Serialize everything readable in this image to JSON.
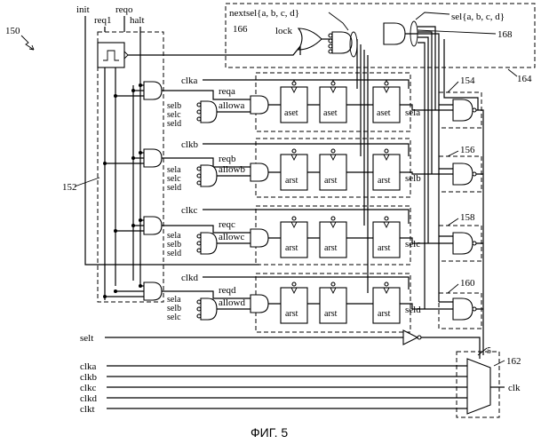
{
  "figure": {
    "caption": "ФИГ. 5",
    "refs": {
      "r150": "150",
      "r152": "152",
      "r154": "154",
      "r156": "156",
      "r158": "158",
      "r160": "160",
      "r162": "162",
      "r164": "164",
      "r166": "166",
      "r168": "168",
      "r5": "5"
    },
    "top_inputs": [
      "init",
      "req1",
      "reqo",
      "halt"
    ],
    "control_block": {
      "nextsel": "nextsel{a, b, c, d}",
      "sel": "sel{a, b, c, d}",
      "lock": "lock"
    },
    "channels": [
      {
        "clk": "clka",
        "sels": [
          "selb",
          "selc",
          "seld"
        ],
        "req": "reqa",
        "allow": "allowa",
        "ff": [
          "aset",
          "aset",
          "aset"
        ],
        "out": "sela"
      },
      {
        "clk": "clkb",
        "sels": [
          "sela",
          "selc",
          "seld"
        ],
        "req": "reqb",
        "allow": "allowb",
        "ff": [
          "arst",
          "arst",
          "arst"
        ],
        "out": "selb"
      },
      {
        "clk": "clkc",
        "sels": [
          "sela",
          "selb",
          "seld"
        ],
        "req": "reqc",
        "allow": "allowc",
        "ff": [
          "arst",
          "arst",
          "arst"
        ],
        "out": "selc"
      },
      {
        "clk": "clkd",
        "sels": [
          "sela",
          "selb",
          "selc"
        ],
        "req": "reqd",
        "allow": "allowd",
        "ff": [
          "arst",
          "arst",
          "arst"
        ],
        "out": "seld"
      }
    ],
    "selt": "selt",
    "mux_inputs": [
      "clka",
      "clkb",
      "clkc",
      "clkd",
      "clkt"
    ],
    "mux_output": "clk"
  }
}
